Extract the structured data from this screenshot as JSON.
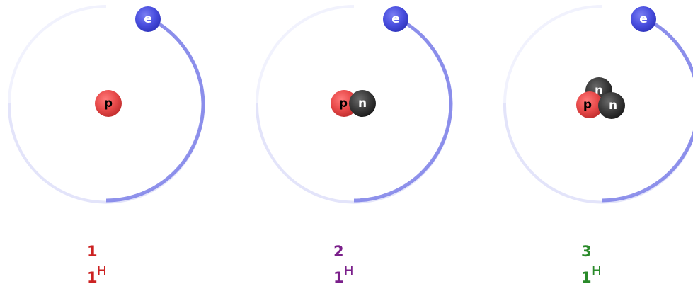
{
  "particles": {
    "electron": "e",
    "proton": "p",
    "neutron": "n"
  },
  "isotopes": [
    {
      "mass_number": "1",
      "atomic_number": "1",
      "symbol": "H",
      "label_color": "#cc2222",
      "neutrons": 0
    },
    {
      "mass_number": "2",
      "atomic_number": "1",
      "symbol": "H",
      "label_color": "#7a1f8a",
      "neutrons": 1
    },
    {
      "mass_number": "3",
      "atomic_number": "1",
      "symbol": "H",
      "label_color": "#2a8a2a",
      "neutrons": 2
    }
  ],
  "colors": {
    "orbit": "#7b7fe8",
    "electron": "#4a4fdf",
    "proton": "#e84a4a",
    "neutron": "#3a3a3a"
  }
}
